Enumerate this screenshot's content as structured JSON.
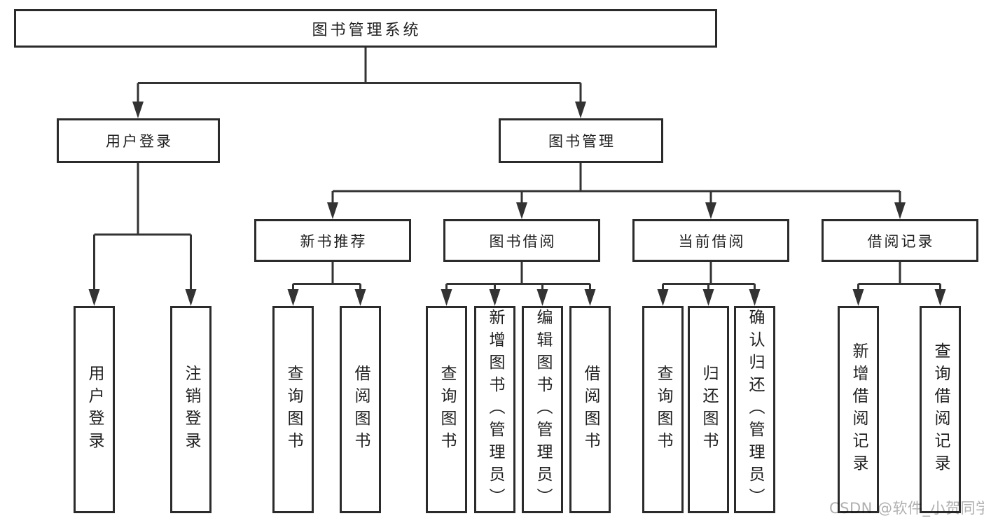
{
  "diagram": {
    "root": "图书管理系统",
    "level2": [
      "用户登录",
      "图书管理"
    ],
    "level3": [
      "新书推荐",
      "图书借阅",
      "当前借阅",
      "借阅记录"
    ],
    "leaves": {
      "user_login": [
        "用户登录",
        "注销登录"
      ],
      "new_books": [
        "查询图书",
        "借阅图书"
      ],
      "book_borrow": [
        "查询图书",
        "新增图书（管理员）",
        "编辑图书（管理员）",
        "借阅图书"
      ],
      "current_borrow": [
        "查询图书",
        "归还图书",
        "确认归还（管理员）"
      ],
      "borrow_records": [
        "新增借阅记录",
        "查询借阅记录"
      ]
    }
  },
  "watermark": {
    "text": "CSDN @软件_小贺同学"
  },
  "colors": {
    "line": "#333333",
    "box_border": "#2b2b2b",
    "text": "#1f1f1f",
    "watermark": "#b0b0b0",
    "background": "#ffffff"
  }
}
